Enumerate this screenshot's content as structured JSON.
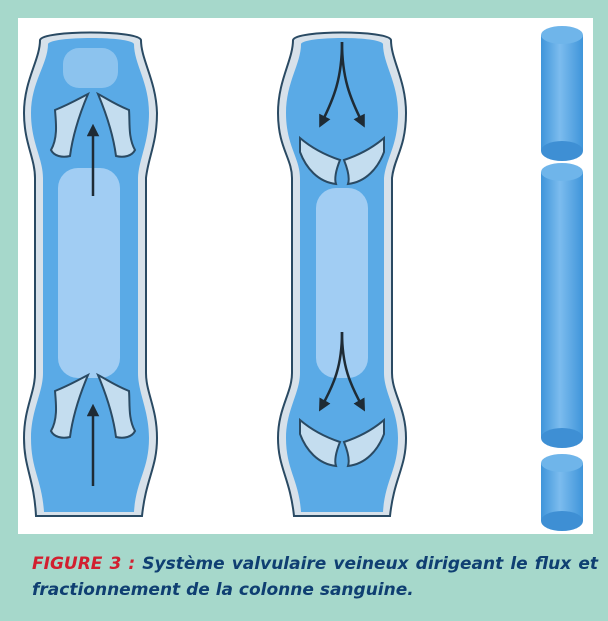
{
  "caption": {
    "label": "FIGURE 3 :",
    "text": "Système valvulaire veineux dirigeant le flux et fractionnement de la colonne sanguine."
  },
  "colors": {
    "frame": "#a6d8cb",
    "vein_fill": "#5aaae6",
    "vein_light": "#aed4f4",
    "wall": "#d7e1ea",
    "wall_outline": "#2a4a63",
    "arrow": "#1e2b35",
    "caption_label": "#d21f2f",
    "caption_text": "#0f3f72"
  },
  "panels": [
    {
      "name": "vein-open-valves",
      "state": "flow upward through open valves"
    },
    {
      "name": "vein-closed-valves",
      "state": "closed valves, backflow diverted"
    },
    {
      "name": "blood-column-segments",
      "state": "fractionated blood column",
      "segments": 3
    }
  ]
}
